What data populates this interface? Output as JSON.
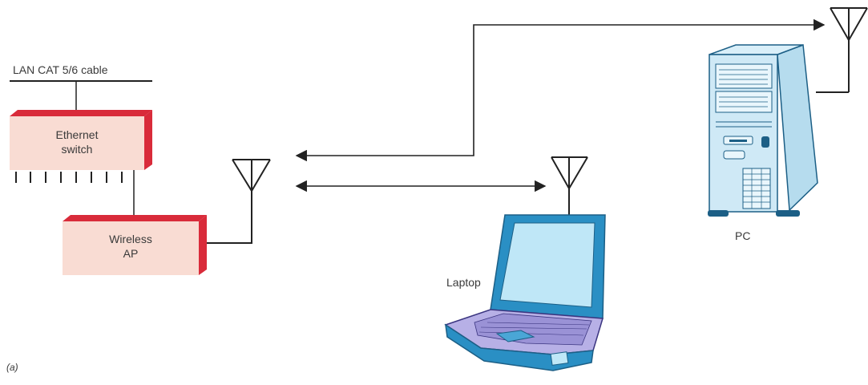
{
  "labels": {
    "lan_cable": "LAN CAT 5/6 cable",
    "ethernet_switch_line1": "Ethernet",
    "ethernet_switch_line2": "switch",
    "wireless_ap_line1": "Wireless",
    "wireless_ap_line2": "AP",
    "pc": "PC",
    "laptop": "Laptop",
    "figure_tag": "(a)"
  },
  "colors": {
    "box_fill": "#f9dcd3",
    "box_edge": "#d92b3a",
    "device_blue": "#2a8fc4",
    "screen_blue": "#bfe7f7",
    "tower_fill": "#cfe9f6",
    "keyboard_purple": "#b7b0e6",
    "line": "#222222"
  },
  "icons": [
    "antenna-icon",
    "laptop-icon",
    "pc-tower-icon",
    "double-arrow-icon"
  ]
}
